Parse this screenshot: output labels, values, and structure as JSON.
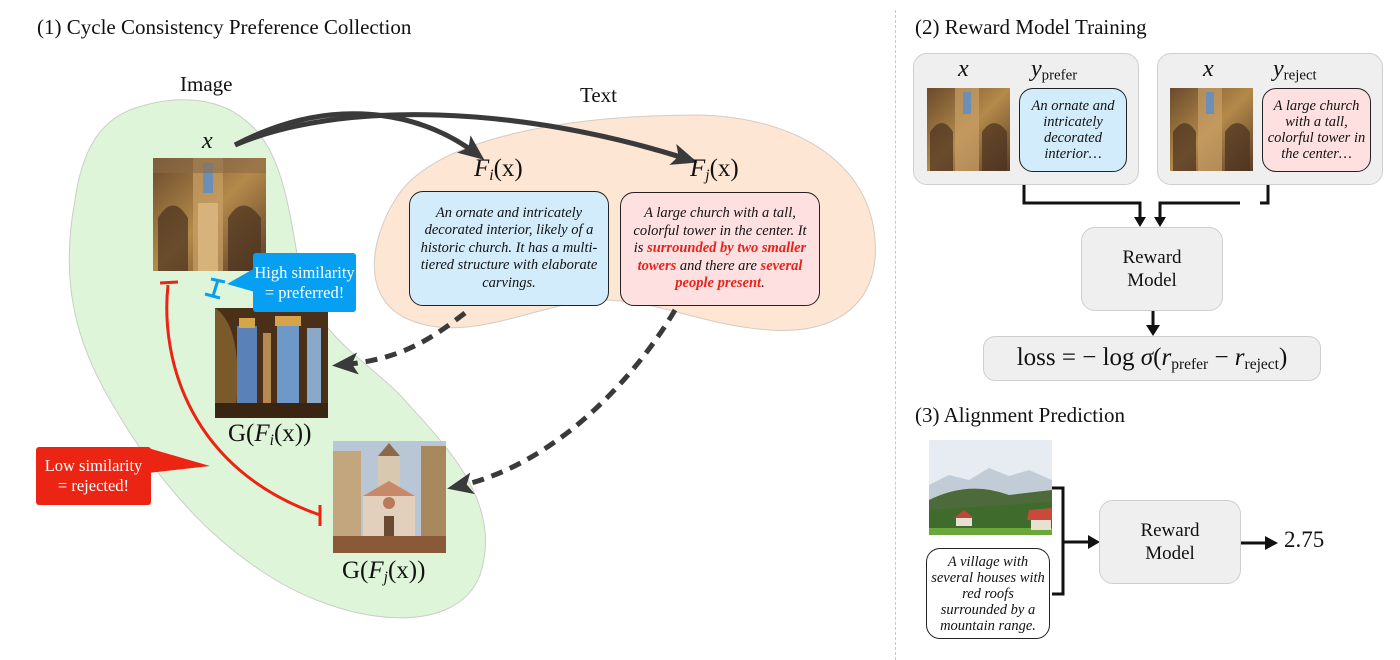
{
  "section1": {
    "title": "(1) Cycle Consistency Preference Collection",
    "image_domain_label": "Image",
    "text_domain_label": "Text",
    "input_label": "x",
    "fi_label": {
      "F": "F",
      "sub": "i",
      "arg": "(x)"
    },
    "fj_label": {
      "F": "F",
      "sub": "j",
      "arg": "(x)"
    },
    "gfi_label": {
      "G": "G(",
      "F": "F",
      "sub": "i",
      "arg": "(x))"
    },
    "gfj_label": {
      "G": "G(",
      "F": "F",
      "sub": "j",
      "arg": "(x))"
    },
    "caption_i": "An ornate and intricately decorated interior, likely of a historic church. It has a multi-tiered structure with elaborate carvings.",
    "caption_j": {
      "part1": "A large church with a tall, colorful tower in the center. It is ",
      "hl1": "surrounded by two smaller towers",
      "part2": " and there are ",
      "hl2": "several people present",
      "part3": "."
    },
    "callout_high": {
      "line1": "High similarity",
      "line2": "= preferred!"
    },
    "callout_low": {
      "line1": "Low similarity",
      "line2": "= rejected!"
    },
    "images": {
      "input": "church-interior-photo",
      "gen_i": "generated-cathedral-columns",
      "gen_j": "generated-church-exterior"
    }
  },
  "section2": {
    "title": "(2) Reward Model Training",
    "pair_prefer": {
      "x_label": "x",
      "y_label": "y",
      "y_sub": "prefer",
      "caption": "An ornate and intricately decorated interior…"
    },
    "pair_reject": {
      "x_label": "x",
      "y_label": "y",
      "y_sub": "reject",
      "caption": "A large church with a tall, colorful tower in the center…"
    },
    "reward_model": {
      "line1": "Reward",
      "line2": "Model"
    },
    "loss": {
      "lhs": "loss",
      "eq": " = − log ",
      "sigma": "σ",
      "open": "(",
      "r1": "r",
      "r1_sub": "prefer",
      "minus": " − ",
      "r2": "r",
      "r2_sub": "reject",
      "close": ")"
    }
  },
  "section3": {
    "title": "(3) Alignment Prediction",
    "caption": "A village with several houses with red roofs surrounded by a mountain range.",
    "reward_model": {
      "line1": "Reward",
      "line2": "Model"
    },
    "score": "2.75",
    "image": "mountain-village-photo"
  },
  "colors": {
    "image_blob": "#dff5d9",
    "text_blob": "#fde6d3",
    "blue_caption": "#d3ecfb",
    "pink_caption": "#fde0df",
    "callout_blue": "#079ff2",
    "callout_red": "#eb2414",
    "highlight_red": "#e8231b",
    "arrow_dark": "#3a3a3a",
    "panel_gray": "#efefef"
  }
}
